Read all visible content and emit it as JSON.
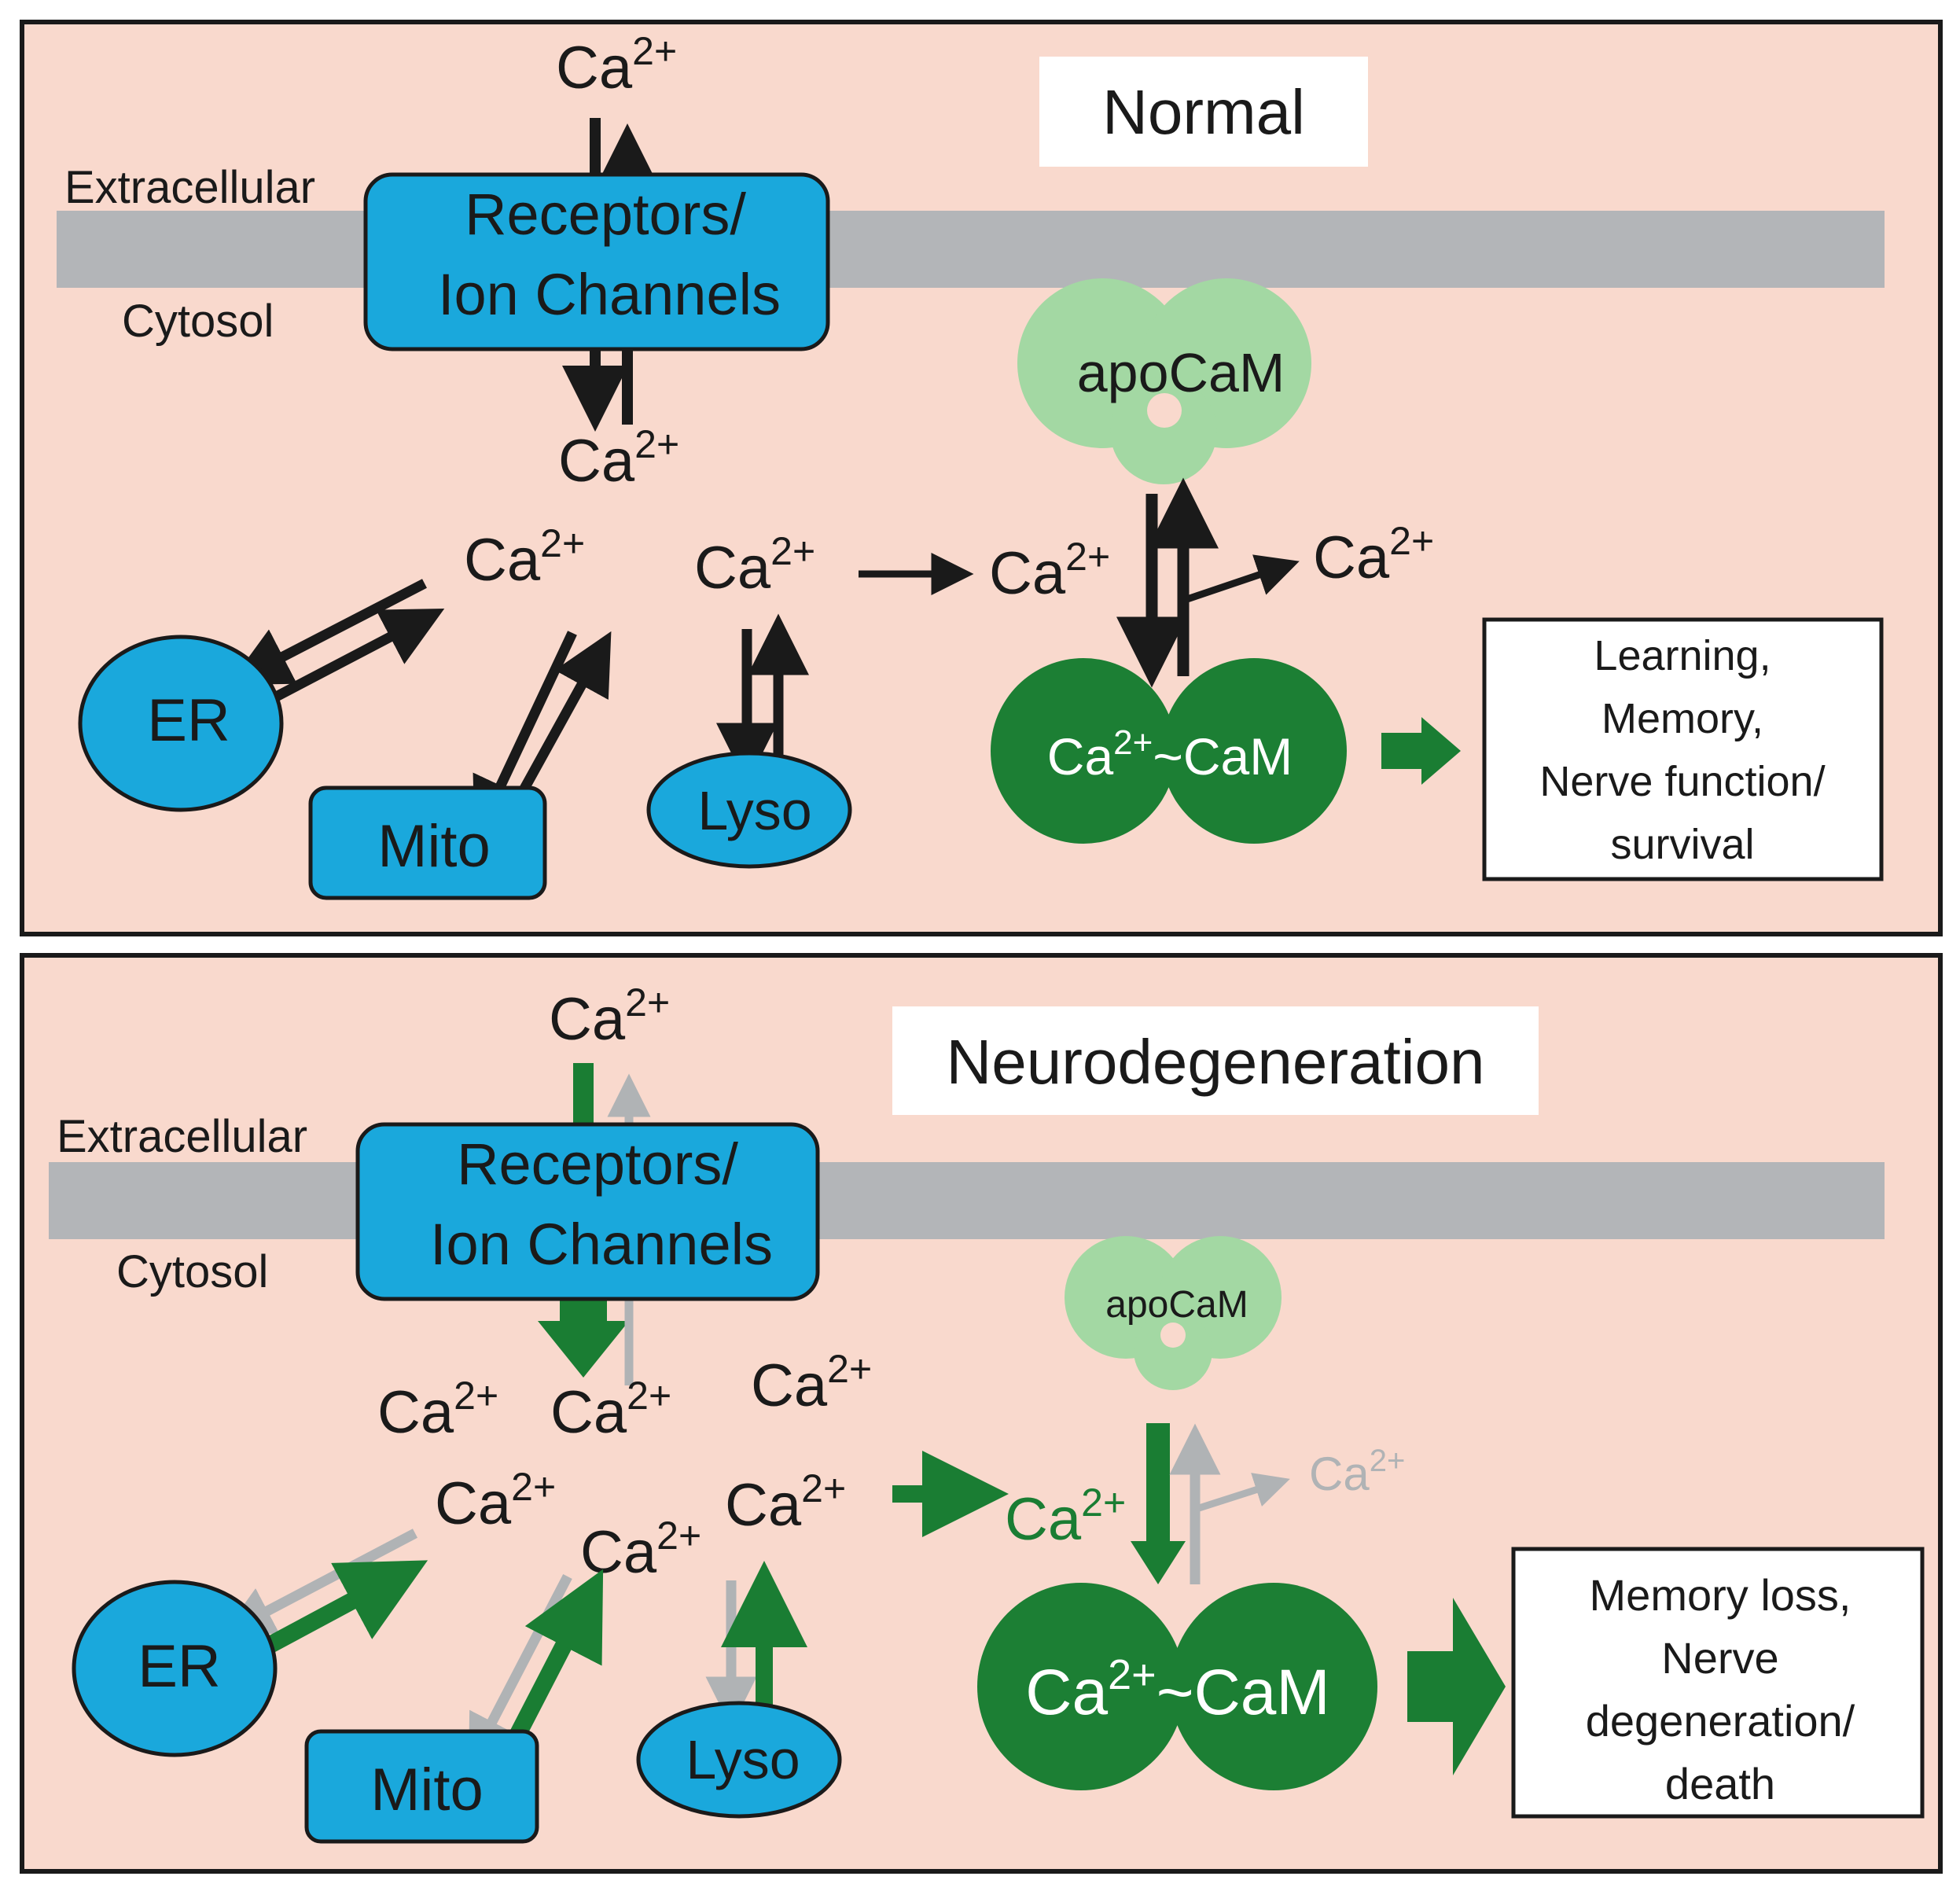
{
  "colors": {
    "panel_bg": "#f9d9cd",
    "membrane": "#b3b5b8",
    "organelle": "#1aa8dc",
    "apocam": "#a3d8a3",
    "cacam": "#1c7f34",
    "arrow_green": "#1a7d33",
    "arrow_gray": "#b0b3b5",
    "arrow_black": "#1a1a1a"
  },
  "normal": {
    "title": "Normal",
    "extracellular": "Extracellular",
    "cytosol": "Cytosol",
    "receptors_line1": "Receptors/",
    "receptors_line2": "Ion Channels",
    "ca_base": "Ca",
    "ca_sup": "2+",
    "apocam": "apoCaM",
    "cacam_left": "Ca",
    "cacam_sup": "2+",
    "cacam_right": "~CaM",
    "er": "ER",
    "mito": "Mito",
    "lyso": "Lyso",
    "outcome": [
      "Learning,",
      "Memory,",
      "Nerve function/",
      "survival"
    ]
  },
  "neuro": {
    "title": "Neurodegeneration",
    "extracellular": "Extracellular",
    "cytosol": "Cytosol",
    "receptors_line1": "Receptors/",
    "receptors_line2": "Ion Channels",
    "ca_base": "Ca",
    "ca_sup": "2+",
    "apocam": "apoCaM",
    "cacam_left": "Ca",
    "cacam_sup": "2+",
    "cacam_right": "~CaM",
    "er": "ER",
    "mito": "Mito",
    "lyso": "Lyso",
    "outcome": [
      "Memory loss,",
      "Nerve",
      "degeneration/",
      "death"
    ]
  }
}
